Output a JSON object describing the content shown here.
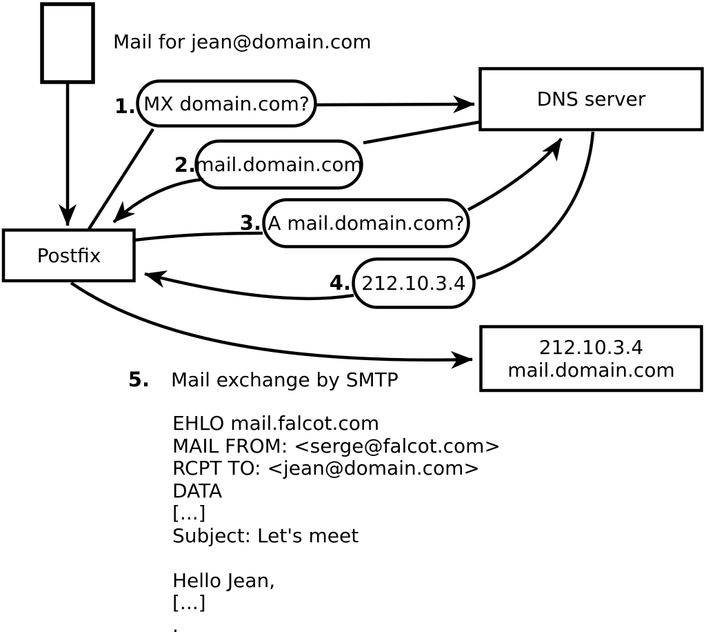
{
  "diagram": {
    "title": "Mail for jean@domain.com",
    "nodes": {
      "sender": "Postfix",
      "dns": "DNS server",
      "destination_line1": "212.10.3.4",
      "destination_line2": "mail.domain.com"
    },
    "steps": [
      {
        "num": "1.",
        "label": "MX domain.com?"
      },
      {
        "num": "2.",
        "label": "mail.domain.com"
      },
      {
        "num": "3.",
        "label": "A mail.domain.com?"
      },
      {
        "num": "4.",
        "label": "212.10.3.4"
      },
      {
        "num": "5.",
        "label": "Mail exchange by SMTP"
      }
    ],
    "smtp_session": {
      "lines": [
        "EHLO mail.falcot.com",
        "MAIL FROM: <serge@falcot.com>",
        "RCPT TO: <jean@domain.com>",
        "DATA",
        "[...]",
        "Subject: Let's meet",
        "",
        "Hello Jean,",
        "[...]",
        "."
      ]
    },
    "colors": {
      "stroke": "#000000",
      "background": "#ffffff"
    }
  }
}
